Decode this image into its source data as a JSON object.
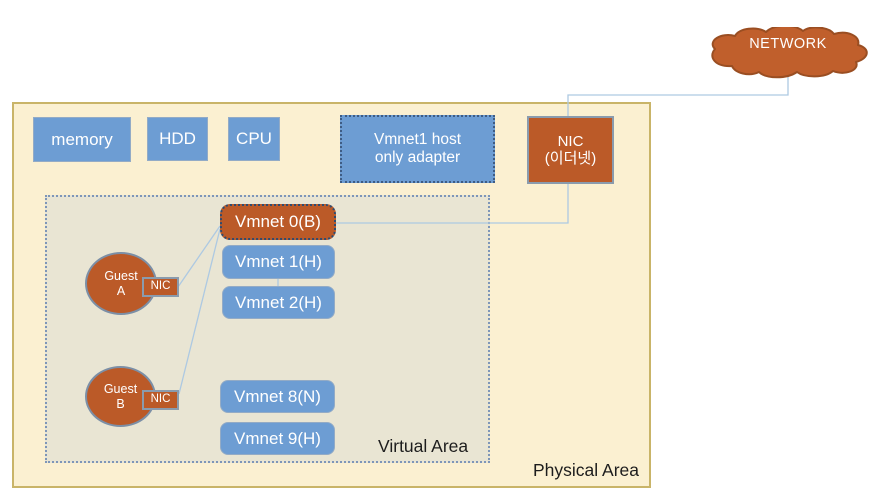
{
  "diagram": {
    "cloud": {
      "label": "NETWORK"
    },
    "areas": {
      "physical": {
        "label": "Physical Area"
      },
      "virtual": {
        "label": "Virtual Area"
      }
    },
    "hardware": [
      {
        "label": "memory"
      },
      {
        "label": "HDD"
      },
      {
        "label": "CPU"
      }
    ],
    "adapter": {
      "line1": "Vmnet1 host",
      "line2": "only adapter"
    },
    "host_nic": {
      "line1": "NIC",
      "line2": "(이더넷)"
    },
    "vmnets": [
      {
        "label": "Vmnet 0(B)",
        "type": "bridged"
      },
      {
        "label": "Vmnet 1(H)",
        "type": "host-only"
      },
      {
        "label": "Vmnet 2(H)",
        "type": "host-only"
      },
      {
        "label": "Vmnet 8(N)",
        "type": "nat"
      },
      {
        "label": "Vmnet 9(H)",
        "type": "host-only"
      }
    ],
    "guests": [
      {
        "line1": "Guest",
        "line2": "A",
        "nic_label": "NIC"
      },
      {
        "line1": "Guest",
        "line2": "B",
        "nic_label": "NIC"
      }
    ],
    "colors": {
      "box_blue": "#6D9DD3",
      "box_orange": "#BB5A28",
      "physical_bg": "#FBF0D1",
      "physical_border": "#C9B468",
      "virtual_bg": "#E9E5D3",
      "virtual_border": "#7E96B8",
      "connector_line": "#ADC9E2",
      "cloud_border": "#9A4E22"
    }
  }
}
